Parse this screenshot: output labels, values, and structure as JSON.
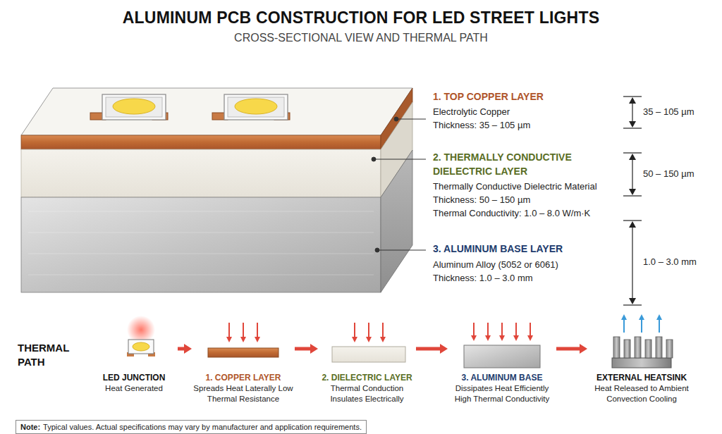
{
  "diagram": {
    "title": "ALUMINUM PCB CONSTRUCTION FOR LED STREET LIGHTS",
    "nodes": [
      {
        "text": [
          "LED JUNCTION",
          "Heat Generated"
        ]
      },
      {
        "text": [
          "1. COPPER LAYER",
          "Spreads Heat Laterally Low Thermal Resistance"
        ]
      },
      {
        "text": [
          "2. DIELECTRIC LAYER",
          "Thermal Conduction Insulates Electrically"
        ]
      },
      {
        "text": [
          "3. ALUMINUM BASE",
          "Dissipates Heat Efficiently High Thermal Conductivity"
        ]
      },
      {
        "text": [
          "EXTERNAL HEATSINK",
          "Heat Released to Ambient Convection Cooling"
        ]
      },
      {
        "text": [
          "Note:",
          "Typical values. Actual specifications may vary by manufacturer and application requirements."
        ]
      }
    ],
    "edges": [
      {
        "from": 0,
        "to": 1,
        "arrow": "to"
      },
      {
        "from": 1,
        "to": 2,
        "arrow": "to"
      },
      {
        "from": 2,
        "to": 3,
        "arrow": "to"
      },
      {
        "from": 3,
        "to": 4,
        "arrow": "to"
      }
    ],
    "labels": [
      "CROSS-SECTIONAL VIEW AND THERMAL PATH",
      "1. TOP COPPER LAYER",
      "Electrolytic Copper",
      "Thickness: 35 – 105 µm",
      "35 – 105 µm",
      "2. THERMALLY CONDUCTIVE DIELECTRIC LAYER",
      "Thermally Conductive Dielectric Material",
      "Thickness: 50 – 150 µm",
      "Thermal Conductivity: 1.0 – 8.0 W/m·K",
      "50 – 150 µm",
      "3. ALUMINUM BASE LAYER",
      "Aluminum Alloy (5052 or 6061)",
      "Thickness: 1.0 – 3.0 mm",
      "1.0 – 3.0 mm",
      "THERMAL PATH"
    ]
  }
}
